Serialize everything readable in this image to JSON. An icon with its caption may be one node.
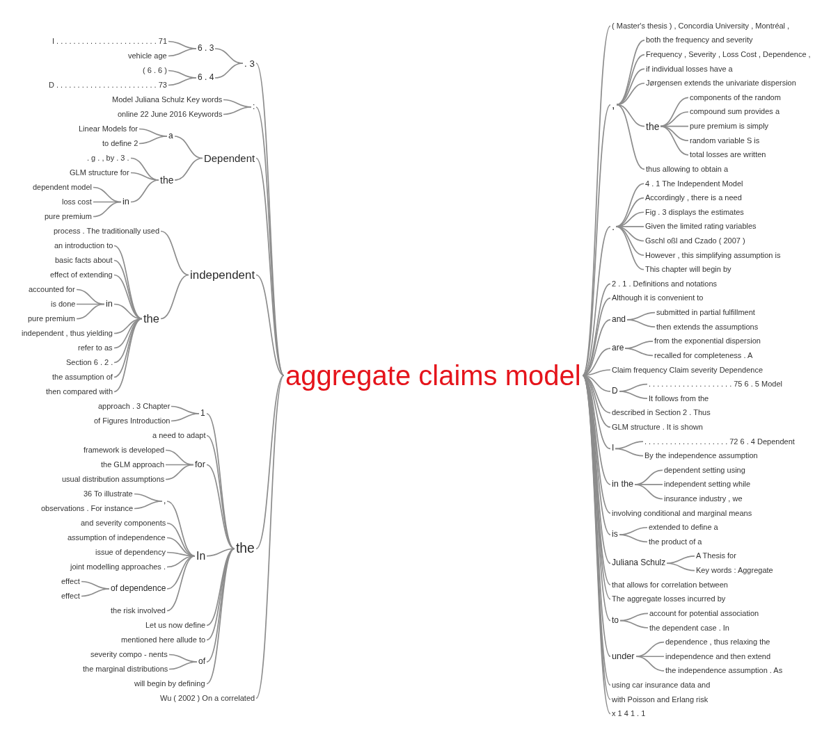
{
  "diagram": {
    "nodes": [
      {
        "text": [
          "aggregate claims model"
        ]
      },
      {
        "text": [
          ". 3"
        ]
      },
      {
        "text": [
          "6 . 3"
        ]
      },
      {
        "text": [
          "I . . . . . . . . . . . . . . . . . . . . . . . . 71"
        ]
      },
      {
        "text": [
          "vehicle age"
        ]
      },
      {
        "text": [
          "6 . 4"
        ]
      },
      {
        "text": [
          "( 6 . 6 )"
        ]
      },
      {
        "text": [
          "D . . . . . . . . . . . . . . . . . . . . . . . . 73"
        ]
      },
      {
        "text": [
          ":"
        ]
      },
      {
        "text": [
          "Model Juliana Schulz Key words"
        ]
      },
      {
        "text": [
          "online 22 June 2016 Keywords"
        ]
      },
      {
        "text": [
          "Dependent"
        ]
      },
      {
        "text": [
          "a"
        ]
      },
      {
        "text": [
          "Linear Models for"
        ]
      },
      {
        "text": [
          "to define 2"
        ]
      },
      {
        "text": [
          "the"
        ]
      },
      {
        "text": [
          ". g . , by . 3 ."
        ]
      },
      {
        "text": [
          "GLM structure for"
        ]
      },
      {
        "text": [
          "in"
        ]
      },
      {
        "text": [
          "dependent model"
        ]
      },
      {
        "text": [
          "loss cost"
        ]
      },
      {
        "text": [
          "pure premium"
        ]
      },
      {
        "text": [
          "independent"
        ]
      },
      {
        "text": [
          "process . The traditionally used"
        ]
      },
      {
        "text": [
          "the"
        ]
      },
      {
        "text": [
          "an introduction to"
        ]
      },
      {
        "text": [
          "basic facts about"
        ]
      },
      {
        "text": [
          "effect of extending"
        ]
      },
      {
        "text": [
          "in"
        ]
      },
      {
        "text": [
          "accounted for"
        ]
      },
      {
        "text": [
          "is done"
        ]
      },
      {
        "text": [
          "pure premium"
        ]
      },
      {
        "text": [
          "independent , thus yielding"
        ]
      },
      {
        "text": [
          "refer to as"
        ]
      },
      {
        "text": [
          "Section 6 . 2 ."
        ]
      },
      {
        "text": [
          "the assumption of"
        ]
      },
      {
        "text": [
          "then compared with"
        ]
      },
      {
        "text": [
          "the"
        ]
      },
      {
        "text": [
          "1"
        ]
      },
      {
        "text": [
          "approach . 3 Chapter"
        ]
      },
      {
        "text": [
          "of Figures Introduction"
        ]
      },
      {
        "text": [
          "a need to adapt"
        ]
      },
      {
        "text": [
          "for"
        ]
      },
      {
        "text": [
          "framework is developed"
        ]
      },
      {
        "text": [
          "the GLM approach"
        ]
      },
      {
        "text": [
          "usual distribution assumptions"
        ]
      },
      {
        "text": [
          "In"
        ]
      },
      {
        "text": [
          ","
        ]
      },
      {
        "text": [
          "36 To illustrate"
        ]
      },
      {
        "text": [
          "observations . For instance"
        ]
      },
      {
        "text": [
          "and severity components"
        ]
      },
      {
        "text": [
          "assumption of independence"
        ]
      },
      {
        "text": [
          "issue of dependency"
        ]
      },
      {
        "text": [
          "joint modelling approaches ."
        ]
      },
      {
        "text": [
          "of dependence"
        ]
      },
      {
        "text": [
          "effect"
        ]
      },
      {
        "text": [
          "effect"
        ]
      },
      {
        "text": [
          "the risk involved"
        ]
      },
      {
        "text": [
          "Let us now define"
        ]
      },
      {
        "text": [
          "mentioned here allude to"
        ]
      },
      {
        "text": [
          "of"
        ]
      },
      {
        "text": [
          "severity compo - nents"
        ]
      },
      {
        "text": [
          "the marginal distributions"
        ]
      },
      {
        "text": [
          "will begin by defining"
        ]
      },
      {
        "text": [
          "Wu ( 2002 ) On a correlated"
        ]
      },
      {
        "text": [
          "( Master's thesis ) , Concordia University , Montréal ,"
        ]
      },
      {
        "text": [
          ","
        ]
      },
      {
        "text": [
          "both the frequency and severity"
        ]
      },
      {
        "text": [
          "Frequency , Severity , Loss Cost , Dependence ,"
        ]
      },
      {
        "text": [
          "if individual losses have a"
        ]
      },
      {
        "text": [
          "Jørgensen extends the univariate dispersion"
        ]
      },
      {
        "text": [
          "the"
        ]
      },
      {
        "text": [
          "components of the random"
        ]
      },
      {
        "text": [
          "compound sum provides a"
        ]
      },
      {
        "text": [
          "pure premium is simply"
        ]
      },
      {
        "text": [
          "random variable S is"
        ]
      },
      {
        "text": [
          "total losses are written"
        ]
      },
      {
        "text": [
          "thus allowing to obtain a"
        ]
      },
      {
        "text": [
          "."
        ]
      },
      {
        "text": [
          "4 . 1 The Independent Model"
        ]
      },
      {
        "text": [
          "Accordingly , there is a need"
        ]
      },
      {
        "text": [
          "Fig . 3 displays the estimates"
        ]
      },
      {
        "text": [
          "Given the limited rating variables"
        ]
      },
      {
        "text": [
          "Gschl oßl and Czado ( 2007 )"
        ]
      },
      {
        "text": [
          "However , this simplifying assumption is"
        ]
      },
      {
        "text": [
          "This chapter will begin by"
        ]
      },
      {
        "text": [
          "2 . 1 . Definitions and notations"
        ]
      },
      {
        "text": [
          "Although it is convenient to"
        ]
      },
      {
        "text": [
          "and"
        ]
      },
      {
        "text": [
          "submitted in partial fulfillment"
        ]
      },
      {
        "text": [
          "then extends the assumptions"
        ]
      },
      {
        "text": [
          "are"
        ]
      },
      {
        "text": [
          "from the exponential dispersion"
        ]
      },
      {
        "text": [
          "recalled for completeness . A"
        ]
      },
      {
        "text": [
          "Claim frequency Claim severity Dependence"
        ]
      },
      {
        "text": [
          "D"
        ]
      },
      {
        "text": [
          ". . . . . . . . . . . . . . . . . . . . 75 6 . 5 Model"
        ]
      },
      {
        "text": [
          "It follows from the"
        ]
      },
      {
        "text": [
          "described in Section 2 . Thus"
        ]
      },
      {
        "text": [
          "GLM structure . It is shown"
        ]
      },
      {
        "text": [
          "I"
        ]
      },
      {
        "text": [
          ". . . . . . . . . . . . . . . . . . . . 72 6 . 4 Dependent"
        ]
      },
      {
        "text": [
          "By the independence assumption"
        ]
      },
      {
        "text": [
          "in the"
        ]
      },
      {
        "text": [
          "dependent setting using"
        ]
      },
      {
        "text": [
          "independent setting while"
        ]
      },
      {
        "text": [
          "insurance industry , we"
        ]
      },
      {
        "text": [
          "involving conditional and marginal means"
        ]
      },
      {
        "text": [
          "is"
        ]
      },
      {
        "text": [
          "extended to define a"
        ]
      },
      {
        "text": [
          "the product of a"
        ]
      },
      {
        "text": [
          "Juliana Schulz"
        ]
      },
      {
        "text": [
          "A Thesis for"
        ]
      },
      {
        "text": [
          "Key words : Aggregate"
        ]
      },
      {
        "text": [
          "that allows for correlation between"
        ]
      },
      {
        "text": [
          "The aggregate losses incurred by"
        ]
      },
      {
        "text": [
          "to"
        ]
      },
      {
        "text": [
          "account for potential association"
        ]
      },
      {
        "text": [
          "the dependent case . In"
        ]
      },
      {
        "text": [
          "under"
        ]
      },
      {
        "text": [
          "dependence , thus relaxing the"
        ]
      },
      {
        "text": [
          "independence and then extend"
        ]
      },
      {
        "text": [
          "the independence assumption . As"
        ]
      },
      {
        "text": [
          "using car insurance data and"
        ]
      },
      {
        "text": [
          "with Poisson and Erlang risk"
        ]
      },
      {
        "text": [
          "x 1 4 1 . 1"
        ]
      }
    ],
    "edges": [
      {
        "from": 1,
        "to": 0,
        "arrow": "none"
      },
      {
        "from": 2,
        "to": 1,
        "arrow": "none"
      },
      {
        "from": 3,
        "to": 2,
        "arrow": "none"
      },
      {
        "from": 4,
        "to": 2,
        "arrow": "none"
      },
      {
        "from": 5,
        "to": 1,
        "arrow": "none"
      },
      {
        "from": 6,
        "to": 5,
        "arrow": "none"
      },
      {
        "from": 7,
        "to": 5,
        "arrow": "none"
      },
      {
        "from": 8,
        "to": 0,
        "arrow": "none"
      },
      {
        "from": 9,
        "to": 8,
        "arrow": "none"
      },
      {
        "from": 10,
        "to": 8,
        "arrow": "none"
      },
      {
        "from": 11,
        "to": 0,
        "arrow": "none"
      },
      {
        "from": 12,
        "to": 11,
        "arrow": "none"
      },
      {
        "from": 13,
        "to": 12,
        "arrow": "none"
      },
      {
        "from": 14,
        "to": 12,
        "arrow": "none"
      },
      {
        "from": 15,
        "to": 11,
        "arrow": "none"
      },
      {
        "from": 16,
        "to": 15,
        "arrow": "none"
      },
      {
        "from": 17,
        "to": 15,
        "arrow": "none"
      },
      {
        "from": 18,
        "to": 15,
        "arrow": "none"
      },
      {
        "from": 19,
        "to": 18,
        "arrow": "none"
      },
      {
        "from": 20,
        "to": 18,
        "arrow": "none"
      },
      {
        "from": 21,
        "to": 18,
        "arrow": "none"
      },
      {
        "from": 22,
        "to": 0,
        "arrow": "none"
      },
      {
        "from": 23,
        "to": 22,
        "arrow": "none"
      },
      {
        "from": 24,
        "to": 22,
        "arrow": "none"
      },
      {
        "from": 25,
        "to": 24,
        "arrow": "none"
      },
      {
        "from": 26,
        "to": 24,
        "arrow": "none"
      },
      {
        "from": 27,
        "to": 24,
        "arrow": "none"
      },
      {
        "from": 28,
        "to": 24,
        "arrow": "none"
      },
      {
        "from": 29,
        "to": 28,
        "arrow": "none"
      },
      {
        "from": 30,
        "to": 28,
        "arrow": "none"
      },
      {
        "from": 31,
        "to": 28,
        "arrow": "none"
      },
      {
        "from": 32,
        "to": 24,
        "arrow": "none"
      },
      {
        "from": 33,
        "to": 24,
        "arrow": "none"
      },
      {
        "from": 34,
        "to": 24,
        "arrow": "none"
      },
      {
        "from": 35,
        "to": 24,
        "arrow": "none"
      },
      {
        "from": 36,
        "to": 24,
        "arrow": "none"
      },
      {
        "from": 37,
        "to": 0,
        "arrow": "none"
      },
      {
        "from": 38,
        "to": 37,
        "arrow": "none"
      },
      {
        "from": 39,
        "to": 38,
        "arrow": "none"
      },
      {
        "from": 40,
        "to": 38,
        "arrow": "none"
      },
      {
        "from": 41,
        "to": 37,
        "arrow": "none"
      },
      {
        "from": 42,
        "to": 37,
        "arrow": "none"
      },
      {
        "from": 43,
        "to": 42,
        "arrow": "none"
      },
      {
        "from": 44,
        "to": 42,
        "arrow": "none"
      },
      {
        "from": 45,
        "to": 42,
        "arrow": "none"
      },
      {
        "from": 46,
        "to": 37,
        "arrow": "none"
      },
      {
        "from": 47,
        "to": 46,
        "arrow": "none"
      },
      {
        "from": 48,
        "to": 47,
        "arrow": "none"
      },
      {
        "from": 49,
        "to": 47,
        "arrow": "none"
      },
      {
        "from": 50,
        "to": 46,
        "arrow": "none"
      },
      {
        "from": 51,
        "to": 46,
        "arrow": "none"
      },
      {
        "from": 52,
        "to": 46,
        "arrow": "none"
      },
      {
        "from": 53,
        "to": 46,
        "arrow": "none"
      },
      {
        "from": 54,
        "to": 46,
        "arrow": "none"
      },
      {
        "from": 55,
        "to": 54,
        "arrow": "none"
      },
      {
        "from": 56,
        "to": 54,
        "arrow": "none"
      },
      {
        "from": 57,
        "to": 46,
        "arrow": "none"
      },
      {
        "from": 58,
        "to": 37,
        "arrow": "none"
      },
      {
        "from": 59,
        "to": 37,
        "arrow": "none"
      },
      {
        "from": 60,
        "to": 37,
        "arrow": "none"
      },
      {
        "from": 61,
        "to": 60,
        "arrow": "none"
      },
      {
        "from": 62,
        "to": 60,
        "arrow": "none"
      },
      {
        "from": 63,
        "to": 37,
        "arrow": "none"
      },
      {
        "from": 64,
        "to": 0,
        "arrow": "none"
      },
      {
        "from": 0,
        "to": 65,
        "arrow": "none"
      },
      {
        "from": 0,
        "to": 66,
        "arrow": "none"
      },
      {
        "from": 66,
        "to": 67,
        "arrow": "none"
      },
      {
        "from": 66,
        "to": 68,
        "arrow": "none"
      },
      {
        "from": 66,
        "to": 69,
        "arrow": "none"
      },
      {
        "from": 66,
        "to": 70,
        "arrow": "none"
      },
      {
        "from": 66,
        "to": 71,
        "arrow": "none"
      },
      {
        "from": 71,
        "to": 72,
        "arrow": "none"
      },
      {
        "from": 71,
        "to": 73,
        "arrow": "none"
      },
      {
        "from": 71,
        "to": 74,
        "arrow": "none"
      },
      {
        "from": 71,
        "to": 75,
        "arrow": "none"
      },
      {
        "from": 71,
        "to": 76,
        "arrow": "none"
      },
      {
        "from": 66,
        "to": 77,
        "arrow": "none"
      },
      {
        "from": 0,
        "to": 78,
        "arrow": "none"
      },
      {
        "from": 78,
        "to": 79,
        "arrow": "none"
      },
      {
        "from": 78,
        "to": 80,
        "arrow": "none"
      },
      {
        "from": 78,
        "to": 81,
        "arrow": "none"
      },
      {
        "from": 78,
        "to": 82,
        "arrow": "none"
      },
      {
        "from": 78,
        "to": 83,
        "arrow": "none"
      },
      {
        "from": 78,
        "to": 84,
        "arrow": "none"
      },
      {
        "from": 78,
        "to": 85,
        "arrow": "none"
      },
      {
        "from": 0,
        "to": 86,
        "arrow": "none"
      },
      {
        "from": 0,
        "to": 87,
        "arrow": "none"
      },
      {
        "from": 0,
        "to": 88,
        "arrow": "none"
      },
      {
        "from": 88,
        "to": 89,
        "arrow": "none"
      },
      {
        "from": 88,
        "to": 90,
        "arrow": "none"
      },
      {
        "from": 0,
        "to": 91,
        "arrow": "none"
      },
      {
        "from": 91,
        "to": 92,
        "arrow": "none"
      },
      {
        "from": 91,
        "to": 93,
        "arrow": "none"
      },
      {
        "from": 0,
        "to": 94,
        "arrow": "none"
      },
      {
        "from": 0,
        "to": 95,
        "arrow": "none"
      },
      {
        "from": 95,
        "to": 96,
        "arrow": "none"
      },
      {
        "from": 95,
        "to": 97,
        "arrow": "none"
      },
      {
        "from": 0,
        "to": 98,
        "arrow": "none"
      },
      {
        "from": 0,
        "to": 99,
        "arrow": "none"
      },
      {
        "from": 0,
        "to": 100,
        "arrow": "none"
      },
      {
        "from": 100,
        "to": 101,
        "arrow": "none"
      },
      {
        "from": 100,
        "to": 102,
        "arrow": "none"
      },
      {
        "from": 0,
        "to": 103,
        "arrow": "none"
      },
      {
        "from": 103,
        "to": 104,
        "arrow": "none"
      },
      {
        "from": 103,
        "to": 105,
        "arrow": "none"
      },
      {
        "from": 103,
        "to": 106,
        "arrow": "none"
      },
      {
        "from": 0,
        "to": 107,
        "arrow": "none"
      },
      {
        "from": 0,
        "to": 108,
        "arrow": "none"
      },
      {
        "from": 108,
        "to": 109,
        "arrow": "none"
      },
      {
        "from": 108,
        "to": 110,
        "arrow": "none"
      },
      {
        "from": 0,
        "to": 111,
        "arrow": "none"
      },
      {
        "from": 111,
        "to": 112,
        "arrow": "none"
      },
      {
        "from": 111,
        "to": 113,
        "arrow": "none"
      },
      {
        "from": 0,
        "to": 114,
        "arrow": "none"
      },
      {
        "from": 0,
        "to": 115,
        "arrow": "none"
      },
      {
        "from": 0,
        "to": 116,
        "arrow": "none"
      },
      {
        "from": 116,
        "to": 117,
        "arrow": "none"
      },
      {
        "from": 116,
        "to": 118,
        "arrow": "none"
      },
      {
        "from": 0,
        "to": 119,
        "arrow": "none"
      },
      {
        "from": 119,
        "to": 120,
        "arrow": "none"
      },
      {
        "from": 119,
        "to": 121,
        "arrow": "none"
      },
      {
        "from": 119,
        "to": 122,
        "arrow": "none"
      },
      {
        "from": 0,
        "to": 123,
        "arrow": "none"
      },
      {
        "from": 0,
        "to": 124,
        "arrow": "none"
      },
      {
        "from": 0,
        "to": 125,
        "arrow": "none"
      }
    ]
  }
}
